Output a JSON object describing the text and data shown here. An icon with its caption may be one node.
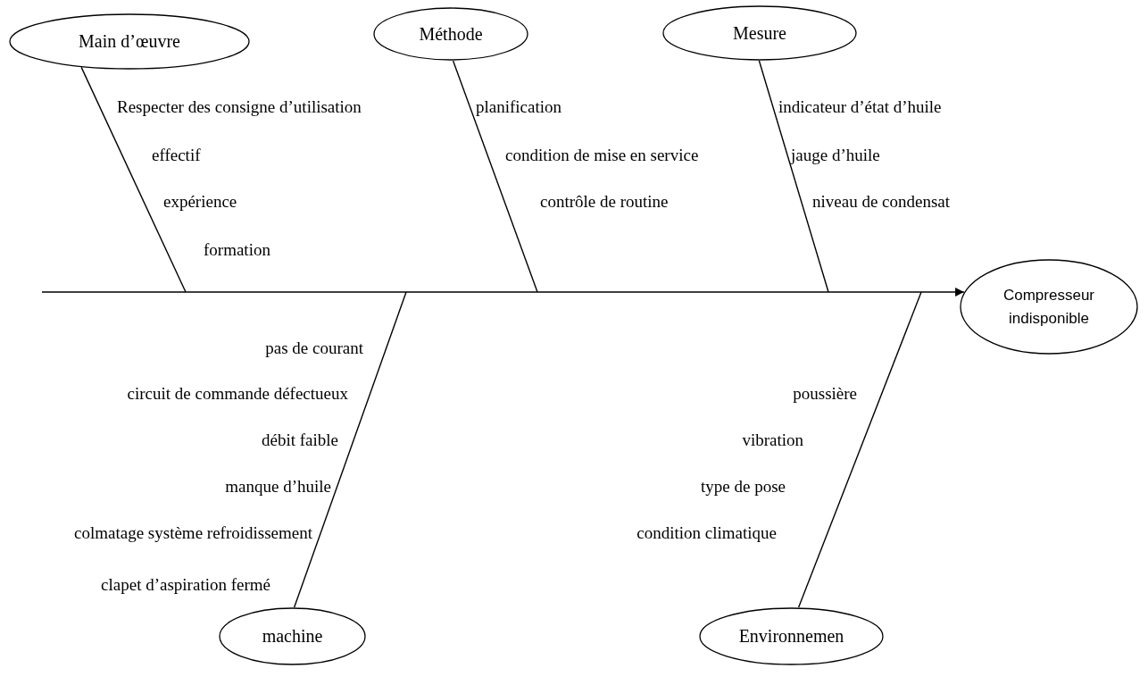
{
  "diagram": {
    "nodes": [
      {
        "text": [
          "Main d’œuvre"
        ]
      },
      {
        "text": [
          "Méthode"
        ]
      },
      {
        "text": [
          "Mesure"
        ]
      },
      {
        "text": [
          "Compresseur indisponible"
        ]
      },
      {
        "text": [
          "machine"
        ]
      },
      {
        "text": [
          "Environnemen"
        ]
      }
    ],
    "edges": [
      {
        "from": null,
        "to": 3,
        "arrow": "to"
      },
      {
        "from": 0,
        "to": null,
        "arrow": "none"
      },
      {
        "from": 1,
        "to": null,
        "arrow": "none"
      },
      {
        "from": 2,
        "to": null,
        "arrow": "none"
      },
      {
        "from": 4,
        "to": null,
        "arrow": "none"
      },
      {
        "from": 5,
        "to": null,
        "arrow": "none"
      }
    ],
    "labels": [
      "Respecter des consigne d’utilisation",
      "planification",
      "indicateur d’état d’huile",
      "effectif",
      "condition de mise en service",
      "jauge d’huile",
      "expérience",
      "contrôle de routine",
      "niveau de condensat",
      "formation",
      "pas de courant",
      "circuit de commande défectueux",
      "poussière",
      "débit faible",
      "vibration",
      "manque d’huile",
      "type de pose",
      "colmatage système refroidissement",
      "condition climatique",
      "clapet d’aspiration fermé"
    ]
  }
}
